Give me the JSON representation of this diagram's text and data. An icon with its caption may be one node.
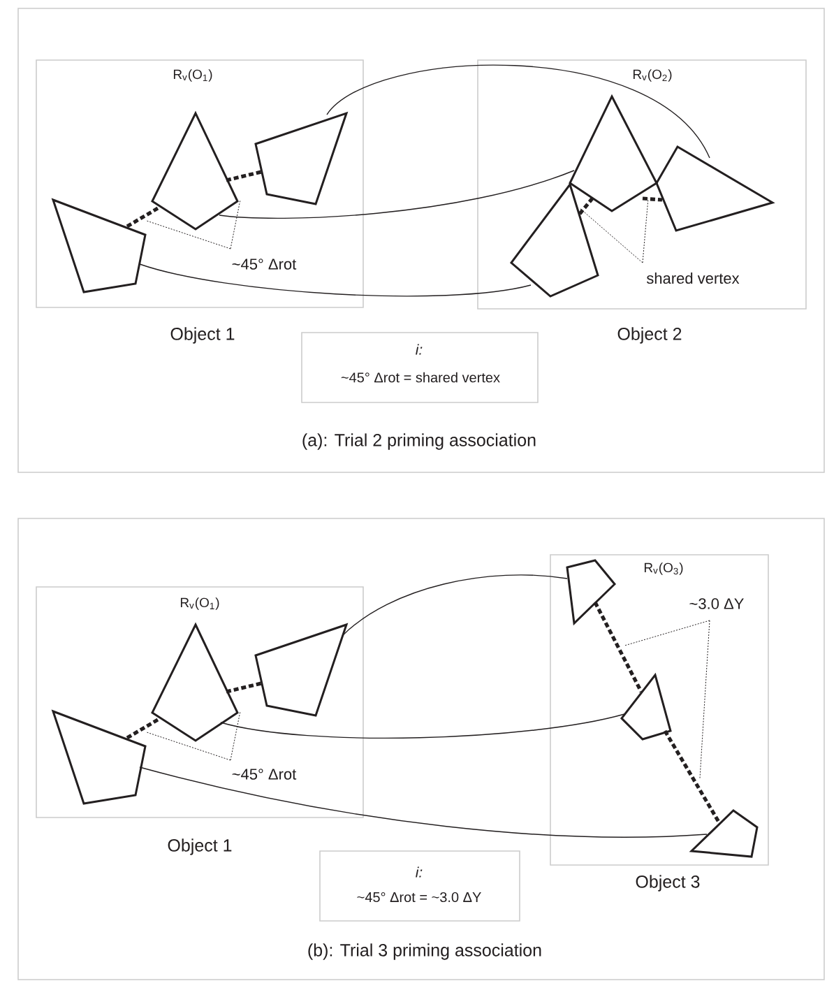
{
  "diagram": {
    "nodes": [
      {
        "text": [
          "(a): Trial 2 priming association"
        ]
      },
      {
        "text": [
          "R$_{v}$(O$_{1}$)",
          "Object 1"
        ],
        "in": 0
      },
      {
        "text": [],
        "shape": "quadrilateral",
        "in": 1
      },
      {
        "text": [],
        "shape": "quadrilateral",
        "in": 1
      },
      {
        "text": [],
        "shape": "quadrilateral",
        "in": 1
      },
      {
        "text": [
          "~45° Δrot"
        ],
        "in": 1
      },
      {
        "text": [
          "R$_{v}$(O$_{2}$)",
          "Object 2"
        ],
        "in": 0
      },
      {
        "text": [],
        "shape": "quadrilateral",
        "in": 6
      },
      {
        "text": [],
        "shape": "quadrilateral",
        "in": 6
      },
      {
        "text": [],
        "shape": "quadrilateral",
        "in": 6
      },
      {
        "text": [
          "shared vertex"
        ],
        "in": 6
      },
      {
        "text": [
          "i:",
          "~45° Δrot = shared vertex"
        ],
        "in": 0
      },
      {
        "text": [
          "(b): Trial 3 priming association"
        ]
      },
      {
        "text": [
          "R$_{v}$(O$_{1}$)",
          "Object 1"
        ],
        "in": 12
      },
      {
        "text": [],
        "shape": "quadrilateral",
        "in": 13
      },
      {
        "text": [],
        "shape": "quadrilateral",
        "in": 13
      },
      {
        "text": [],
        "shape": "quadrilateral",
        "in": 13
      },
      {
        "text": [
          "~45° Δrot"
        ],
        "in": 13
      },
      {
        "text": [
          "R$_{v}$(O$_{3}$)",
          "Object 3"
        ],
        "in": 12
      },
      {
        "text": [],
        "shape": "quadrilateral",
        "in": 18
      },
      {
        "text": [],
        "shape": "quadrilateral",
        "in": 18
      },
      {
        "text": [],
        "shape": "quadrilateral",
        "in": 18
      },
      {
        "text": [
          "~3.0 ΔY"
        ],
        "in": 18
      },
      {
        "text": [
          "i:",
          "~45° Δrot = ~3.0 ΔY"
        ],
        "in": 12
      }
    ],
    "edges": [
      {
        "from": 2,
        "to": 3,
        "arrow": "none",
        "style": "dashed"
      },
      {
        "from": 3,
        "to": 4,
        "arrow": "none",
        "style": "dashed"
      },
      {
        "from": 7,
        "to": 8,
        "arrow": "none",
        "style": "dashed"
      },
      {
        "from": 7,
        "to": 9,
        "arrow": "none",
        "style": "dashed"
      },
      {
        "from": 4,
        "to": 9,
        "arrow": "none"
      },
      {
        "from": 3,
        "to": 7,
        "arrow": "none"
      },
      {
        "from": 2,
        "to": 8,
        "arrow": "none"
      },
      {
        "from": 5,
        "to": 2,
        "arrow": "none",
        "style": "dashed"
      },
      {
        "from": 5,
        "to": 3,
        "arrow": "none",
        "style": "dashed"
      },
      {
        "from": 10,
        "to": 8,
        "arrow": "none",
        "style": "dashed"
      },
      {
        "from": 10,
        "to": null,
        "arrow": "none",
        "style": "dashed"
      },
      {
        "from": 14,
        "to": 15,
        "arrow": "none",
        "style": "dashed"
      },
      {
        "from": 15,
        "to": 16,
        "arrow": "none",
        "style": "dashed"
      },
      {
        "from": 19,
        "to": 20,
        "arrow": "none",
        "style": "dashed"
      },
      {
        "from": 20,
        "to": 21,
        "arrow": "none",
        "style": "dashed"
      },
      {
        "from": 16,
        "to": 19,
        "arrow": "none"
      },
      {
        "from": 15,
        "to": 20,
        "arrow": "none"
      },
      {
        "from": 14,
        "to": 21,
        "arrow": "none"
      },
      {
        "from": 17,
        "to": 14,
        "arrow": "none",
        "style": "dashed"
      },
      {
        "from": 17,
        "to": 15,
        "arrow": "none",
        "style": "dashed"
      },
      {
        "from": 22,
        "to": null,
        "arrow": "none",
        "style": "dashed"
      },
      {
        "from": 22,
        "to": null,
        "arrow": "none",
        "style": "dashed"
      }
    ]
  }
}
